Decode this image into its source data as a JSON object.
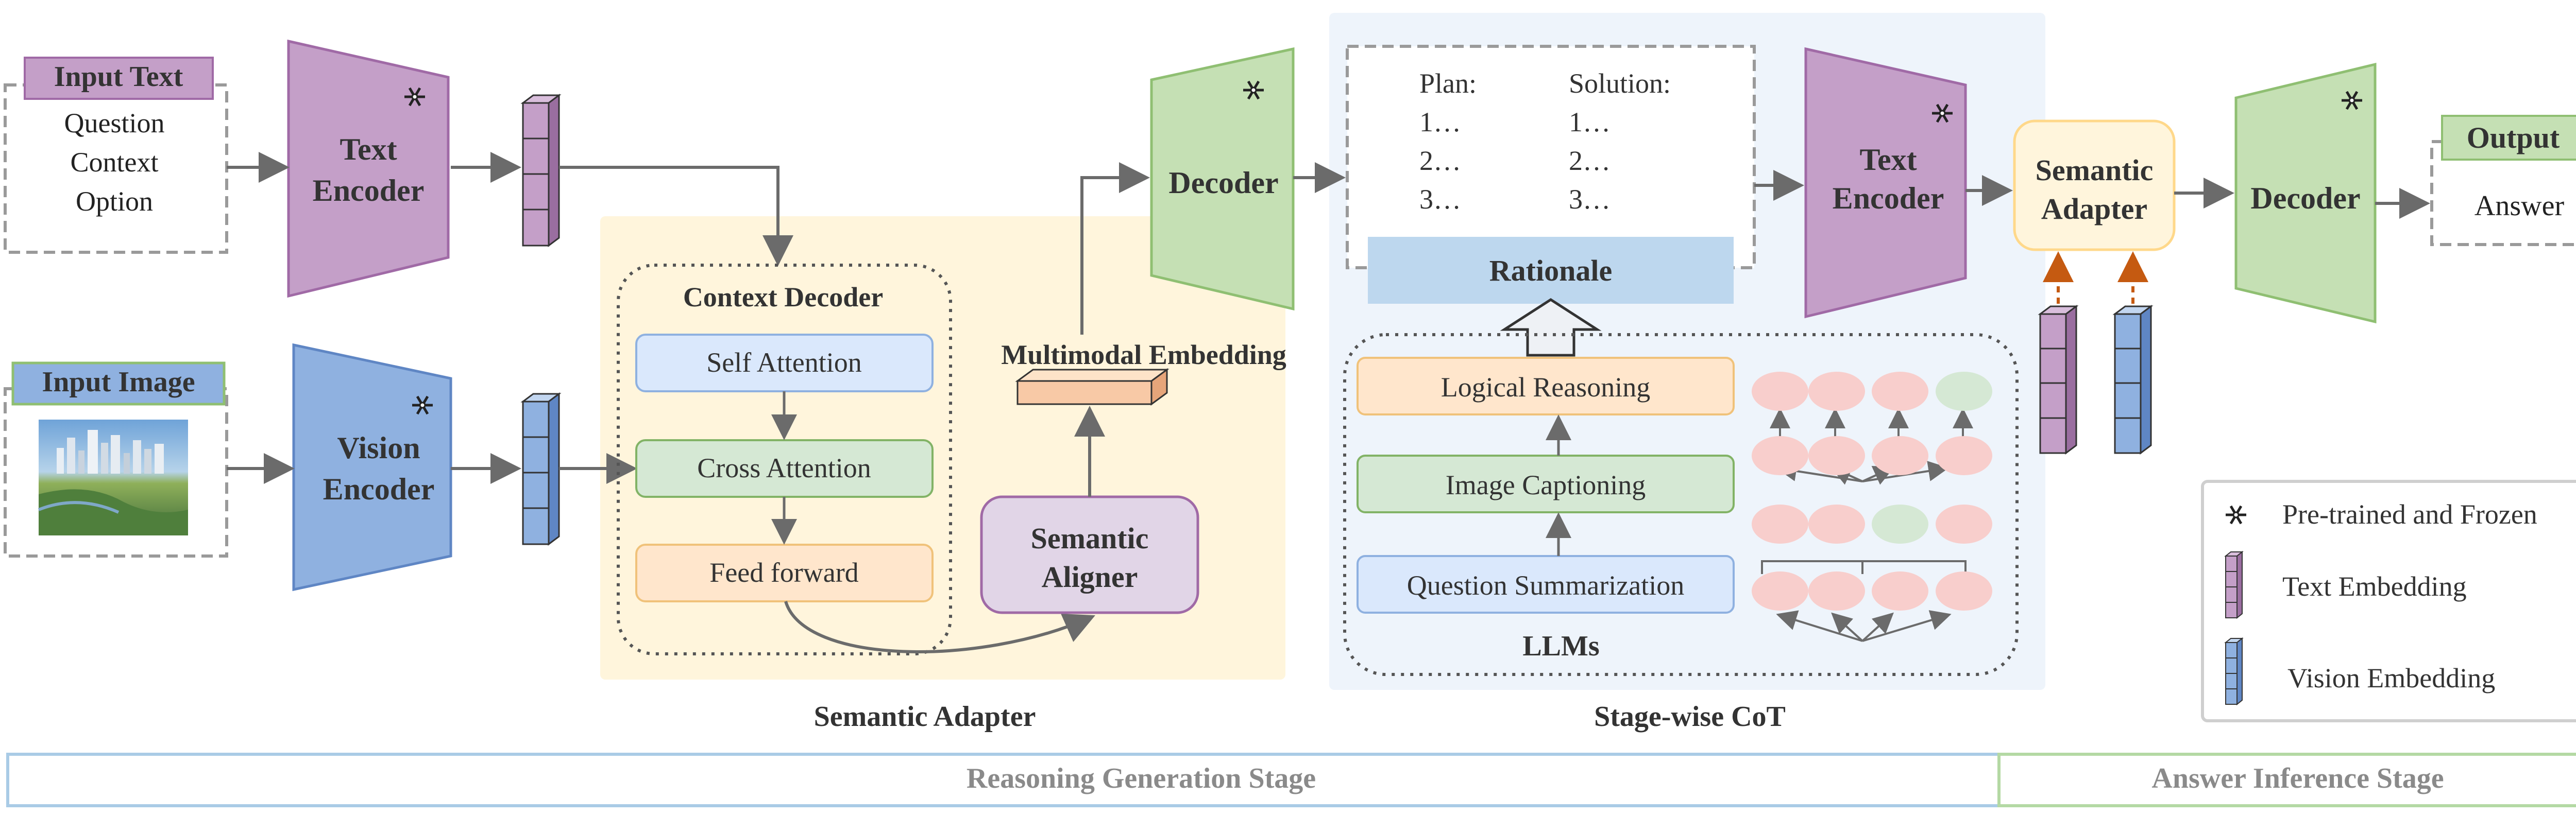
{
  "input_text": {
    "label": "Input Text",
    "lines": [
      "Question",
      "Context",
      "Option"
    ]
  },
  "input_image": {
    "label": "Input Image"
  },
  "text_encoder_1": {
    "line1": "Text",
    "line2": "Encoder"
  },
  "vision_encoder": {
    "line1": "Vision",
    "line2": "Encoder"
  },
  "context_decoder": {
    "title": "Context Decoder",
    "self_attention": "Self Attention",
    "cross_attention": "Cross Attention",
    "feed_forward": "Feed forward"
  },
  "multimodal_embedding": "Multimodal Embedding",
  "semantic_aligner": {
    "line1": "Semantic",
    "line2": "Aligner"
  },
  "semantic_adapter_label": "Semantic Adapter",
  "decoder_1": "Decoder",
  "rationale_box": {
    "plan_title": "Plan:",
    "plan_items": [
      "1…",
      "2…",
      "3…"
    ],
    "solution_title": "Solution:",
    "solution_items": [
      "1…",
      "2…",
      "3…"
    ],
    "rationale": "Rationale"
  },
  "llms": {
    "logical_reasoning": "Logical Reasoning",
    "image_captioning": "Image Captioning",
    "question_summarization": "Question Summarization",
    "label": "LLMs"
  },
  "stagewise_cot_label": "Stage-wise CoT",
  "text_encoder_2": {
    "line1": "Text",
    "line2": "Encoder"
  },
  "semantic_adapter_2": {
    "line1": "Semantic",
    "line2": "Adapter"
  },
  "decoder_2": "Decoder",
  "output": {
    "label": "Output",
    "answer": "Answer"
  },
  "legend": {
    "frozen": "Pre-trained and Frozen",
    "text_embedding": "Text Embedding",
    "vision_embedding": "Vision Embedding",
    "frozen_icon": "snowflake-icon"
  },
  "stages": {
    "reasoning": "Reasoning Generation Stage",
    "answer": "Answer Inference Stage"
  },
  "colors": {
    "purple": "#c49fc8",
    "purple_border": "#a06aa6",
    "blue": "#8fb1e0",
    "blue_border": "#5f86c4",
    "green": "#c5e0b4",
    "green_border": "#8fbf72",
    "light_blue_box": "#dae8fc",
    "light_green_box": "#d5e8d4",
    "light_orange_box": "#ffe6cc",
    "aligner": "#e1d5e7",
    "adapter_bg": "#fff5dc",
    "cot_bg": "#eef4fb",
    "rationale": "#bdd7ee",
    "node_pink": "#f8cecc",
    "node_green": "#d5e8d4",
    "dash_arrow": "#c55a11",
    "stage_blue": "#a9cbe6",
    "stage_green": "#b4d9a4"
  }
}
